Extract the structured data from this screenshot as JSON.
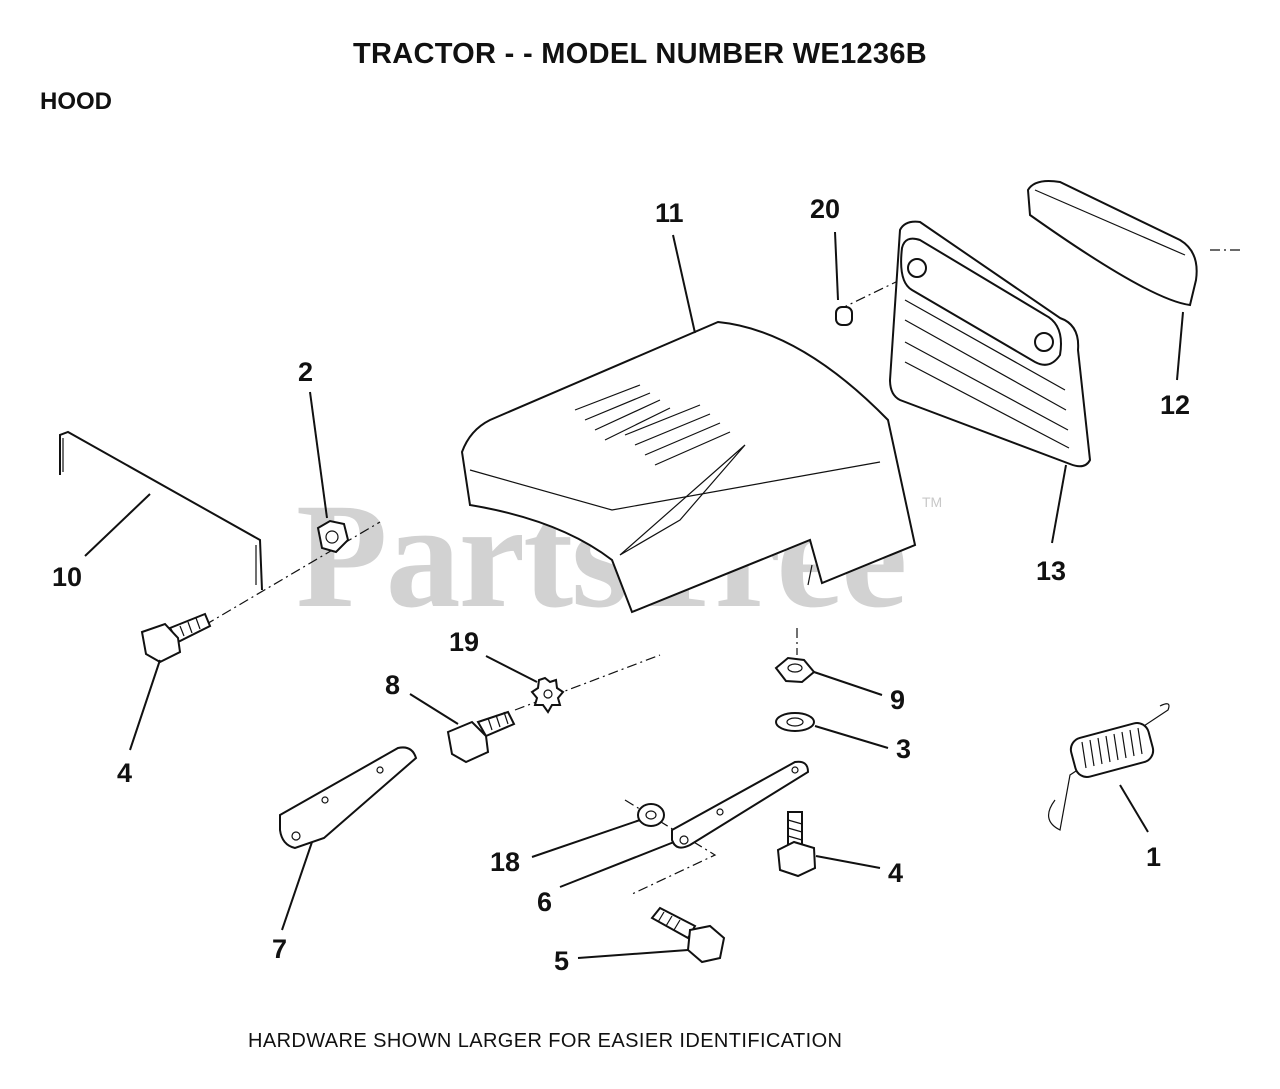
{
  "header": {
    "title": "TRACTOR - - MODEL NUMBER WE1236B",
    "section": "HOOD"
  },
  "watermark": {
    "text": "PartsTree",
    "trademark": "TM"
  },
  "footer": {
    "note": "HARDWARE SHOWN LARGER FOR EASIER IDENTIFICATION"
  },
  "callouts": {
    "c1": "1",
    "c2": "2",
    "c3": "3",
    "c4a": "4",
    "c4b": "4",
    "c5": "5",
    "c6": "6",
    "c7": "7",
    "c8": "8",
    "c9": "9",
    "c10": "10",
    "c11": "11",
    "c12": "12",
    "c13": "13",
    "c18": "18",
    "c19": "19",
    "c20": "20"
  }
}
